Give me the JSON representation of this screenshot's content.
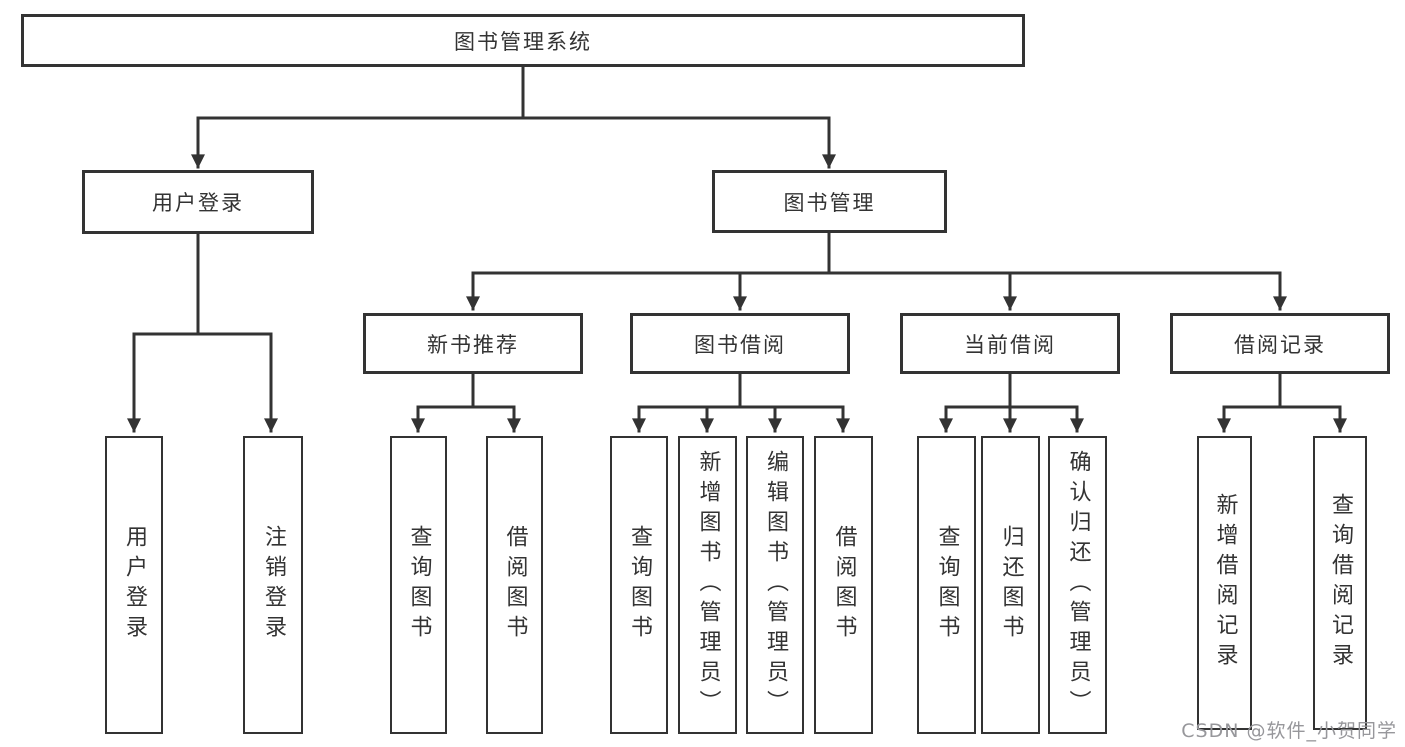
{
  "colors": {
    "line_color": "#333333",
    "text_color": "#333333",
    "bg_color": "#ffffff",
    "watermark_color": "#97979b"
  },
  "watermark": "CSDN @软件_小贺同学",
  "tree": {
    "label": "图书管理系统",
    "children": [
      {
        "label": "用户登录",
        "children": [
          {
            "label": "用户登录"
          },
          {
            "label": "注销登录"
          }
        ]
      },
      {
        "label": "图书管理",
        "children": [
          {
            "label": "新书推荐",
            "children": [
              {
                "label": "查询图书"
              },
              {
                "label": "借阅图书"
              }
            ]
          },
          {
            "label": "图书借阅",
            "children": [
              {
                "label": "查询图书"
              },
              {
                "label": "新增图书（管理员）"
              },
              {
                "label": "编辑图书（管理员）"
              },
              {
                "label": "借阅图书"
              }
            ]
          },
          {
            "label": "当前借阅",
            "children": [
              {
                "label": "查询图书"
              },
              {
                "label": "归还图书"
              },
              {
                "label": "确认归还（管理员）"
              }
            ]
          },
          {
            "label": "借阅记录",
            "children": [
              {
                "label": "新增借阅记录"
              },
              {
                "label": "查询借阅记录"
              }
            ]
          }
        ]
      }
    ]
  }
}
